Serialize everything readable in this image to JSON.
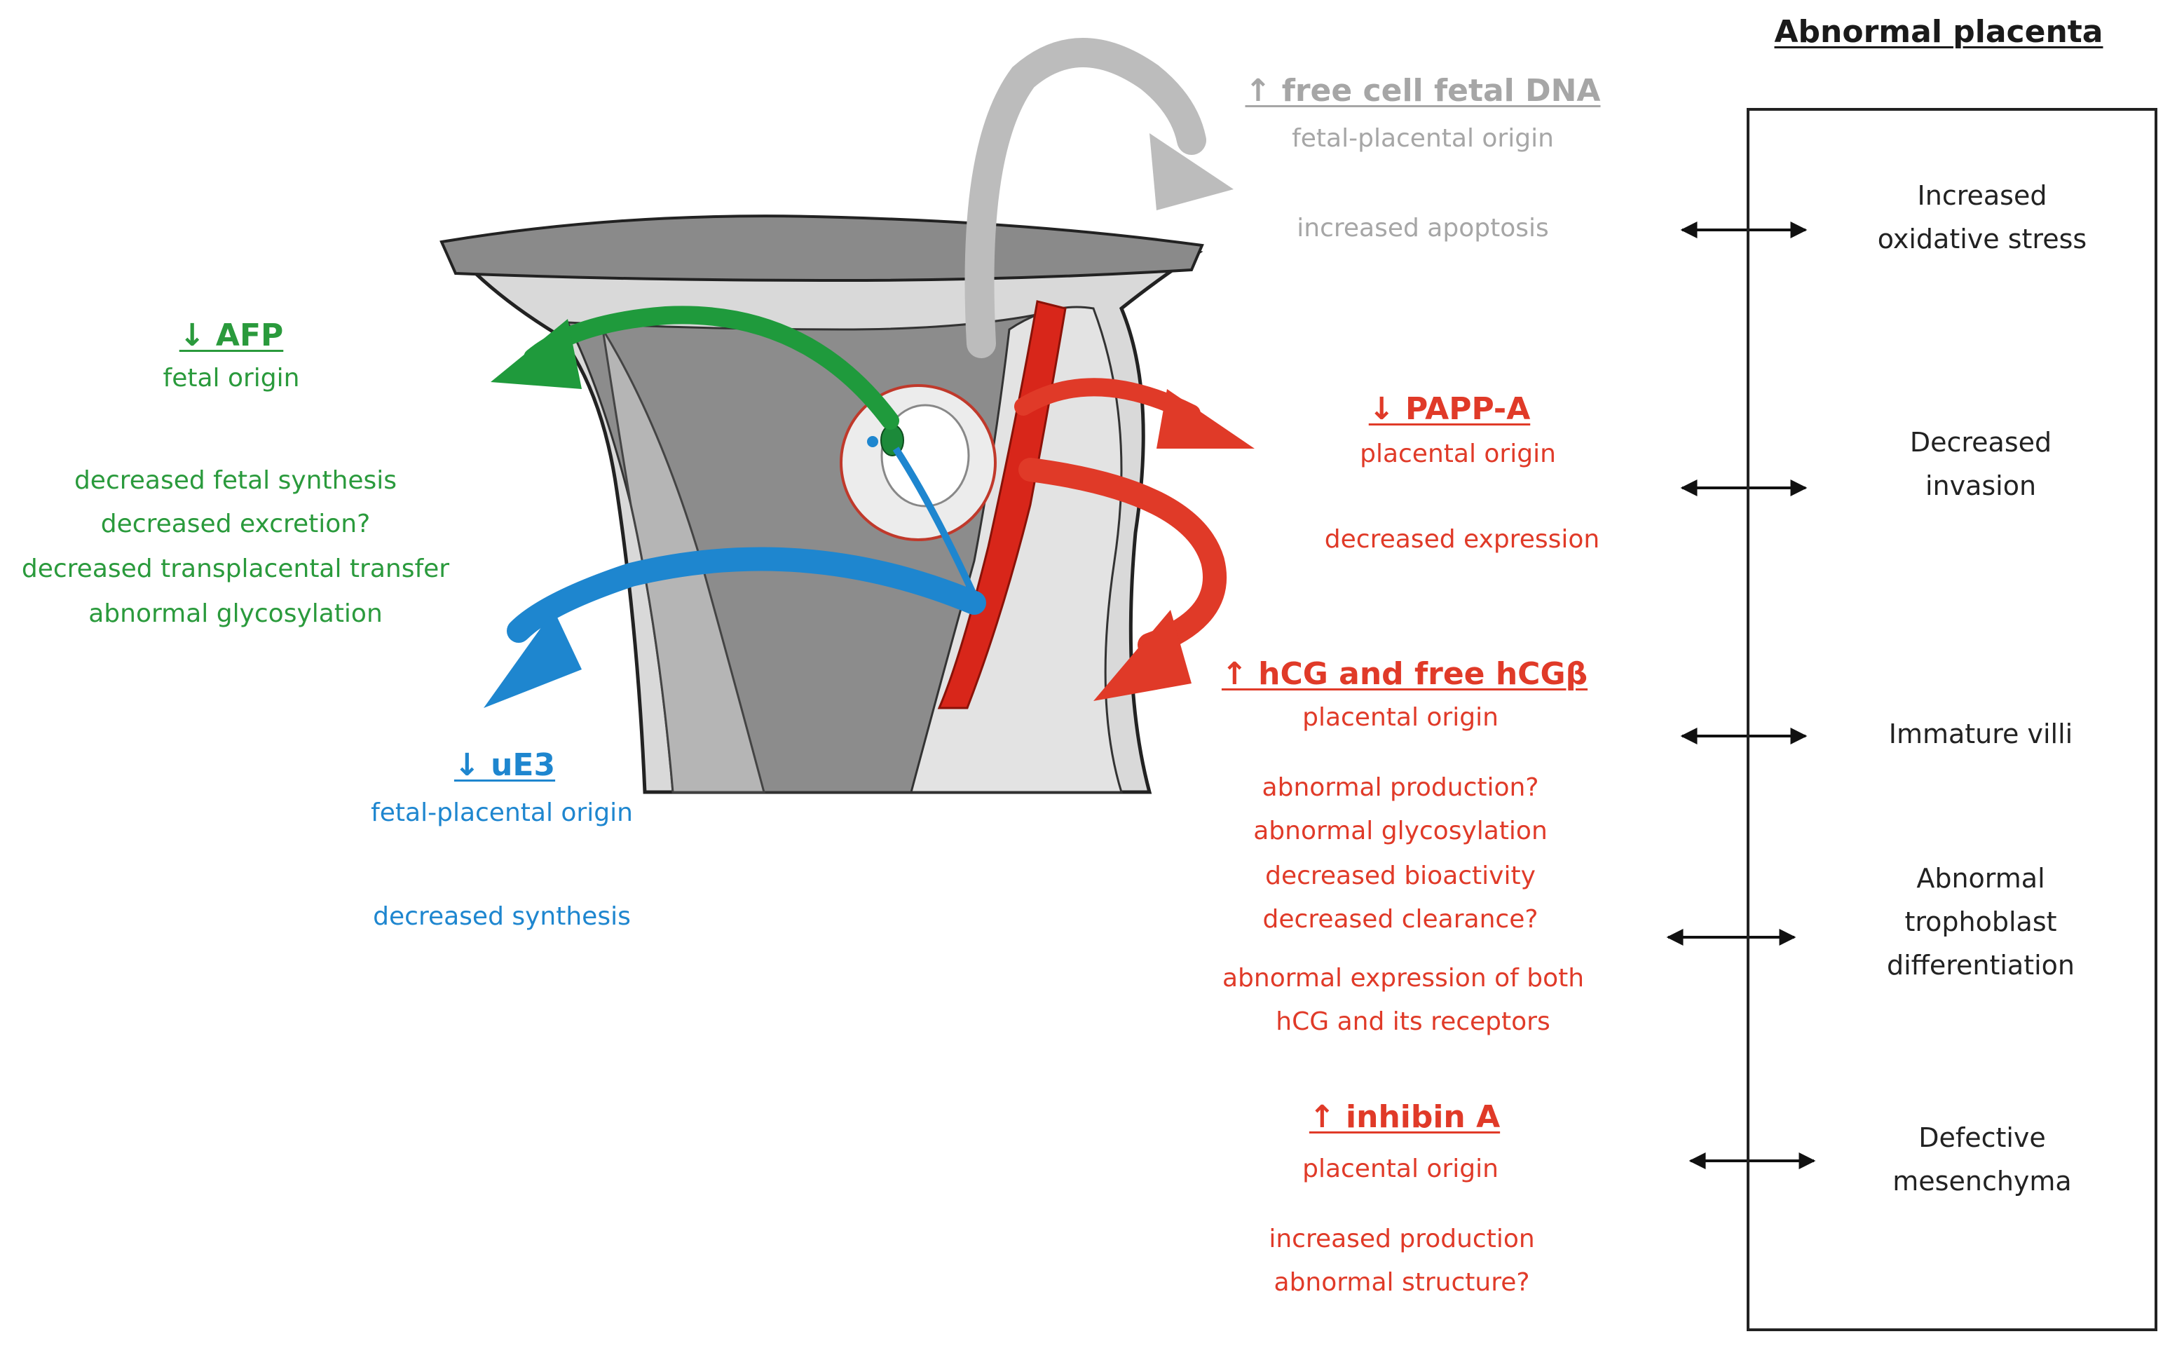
{
  "colors": {
    "fetal": "#2a9a3c",
    "fetal_placental": "#1e86cf",
    "placental": "#e03a28",
    "cell_free_dna": "#a6a6a6",
    "text_dark": "#222222"
  },
  "box": {
    "title": "Abnormal placenta",
    "items": [
      {
        "line1": "Increased",
        "line2": "oxidative stress"
      },
      {
        "line1": "Decreased",
        "line2": "invasion"
      },
      {
        "line1": "Immature villi"
      },
      {
        "line1": "Abnormal",
        "line2": "trophoblast",
        "line3": "differentiation"
      },
      {
        "line1": "Defective",
        "line2": "mesenchyma"
      }
    ]
  },
  "markers": {
    "dna": {
      "title": "↑ free cell fetal DNA",
      "origin": "fetal-placental origin",
      "notes": [
        "increased apoptosis"
      ]
    },
    "afp": {
      "title": "↓ AFP",
      "origin": "fetal origin",
      "notes": [
        "decreased fetal synthesis",
        "decreased excretion?",
        "decreased transplacental transfer",
        "abnormal glycosylation"
      ]
    },
    "ue3": {
      "title": "↓ uE3",
      "origin": "fetal-placental origin",
      "notes": [
        "decreased synthesis"
      ]
    },
    "pappa": {
      "title": "↓ PAPP-A",
      "origin": "placental origin",
      "notes": [
        "decreased expression"
      ]
    },
    "hcg": {
      "title": "↑ hCG and free hCGβ",
      "origin": "placental origin",
      "notes": [
        "abnormal production?",
        "abnormal glycosylation",
        "decreased bioactivity",
        "decreased clearance?",
        "abnormal expression of both",
        "hCG and its receptors"
      ]
    },
    "inhibin": {
      "title": "↑ inhibin A",
      "origin": "placental origin",
      "notes": [
        "increased production",
        "abnormal structure?"
      ]
    }
  }
}
